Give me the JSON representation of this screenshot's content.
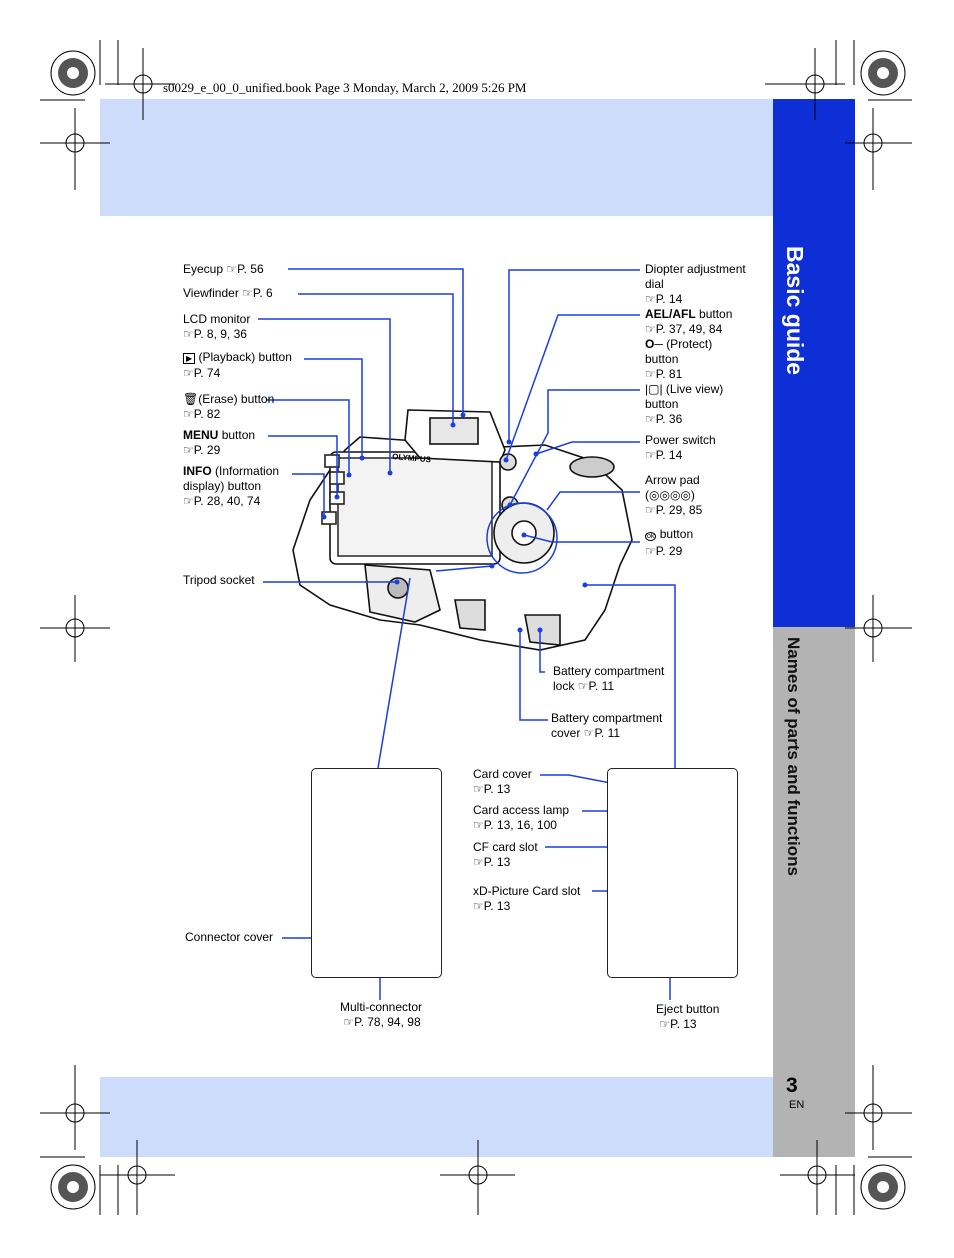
{
  "header": {
    "text": "s0029_e_00_0_unified.book  Page 3  Monday, March 2, 2009  5:26 PM"
  },
  "side_tabs": {
    "chapter": "Basic guide",
    "section": "Names of parts and functions"
  },
  "page": {
    "number": "3",
    "lang": "EN"
  },
  "ref_glyph": "☞",
  "labels": {
    "eyecup": {
      "text": "Eyecup",
      "ref": "P. 56"
    },
    "viewfinder": {
      "text": "Viewfinder",
      "ref": "P. 6"
    },
    "lcd": {
      "text": "LCD monitor",
      "ref": "P. 8, 9, 36"
    },
    "playback": {
      "icon": "▶",
      "text": "(Playback) button",
      "ref": "P. 74"
    },
    "erase": {
      "text": "(Erase) button",
      "ref": "P. 82"
    },
    "menu": {
      "bold": "MENU",
      "text": "button",
      "ref": "P. 29"
    },
    "info": {
      "bold": "INFO",
      "text": "(Information",
      "line2": "display) button",
      "ref": "P. 28, 40, 74"
    },
    "tripod": {
      "text": "Tripod socket"
    },
    "diopter": {
      "text": "Diopter adjustment",
      "line2": "dial",
      "ref": "P. 14"
    },
    "ael": {
      "bold": "AEL/AFL",
      "text": "button",
      "ref": "P. 37, 49, 84",
      "line3": "(Protect)",
      "line4": "button",
      "ref2": "P. 81"
    },
    "liveview": {
      "text": "(Live view)",
      "line2": "button",
      "ref": "P. 36"
    },
    "power": {
      "text": "Power switch",
      "ref": "P. 14"
    },
    "arrow": {
      "text": "Arrow pad",
      "ref": "P. 29, 85"
    },
    "ok": {
      "text": "button",
      "ref": "P. 29"
    },
    "battlock": {
      "text": "Battery compartment",
      "line2": "lock",
      "ref": "P. 11"
    },
    "battcover": {
      "text": "Battery compartment",
      "line2": "cover",
      "ref": "P. 11"
    },
    "cardcover": {
      "text": "Card cover",
      "ref": "P. 13"
    },
    "cardlamp": {
      "text": "Card access lamp",
      "ref": "P. 13, 16, 100"
    },
    "cfslot": {
      "text": "CF card slot",
      "ref": "P. 13"
    },
    "xdslot": {
      "text": "xD-Picture Card slot",
      "ref": "P. 13"
    },
    "connector": {
      "text": "Connector cover"
    },
    "multi": {
      "text": "Multi-connector",
      "ref": "P. 78, 94, 98"
    },
    "eject": {
      "text": "Eject button",
      "ref": "P. 13"
    }
  },
  "camera": {
    "brand_mark": "OLYMPUS"
  },
  "colors": {
    "band": "#cddcfb",
    "tab_blue": "#0f2fd6",
    "tab_grey": "#b3b3b3",
    "leader": "#1a3fe0"
  }
}
